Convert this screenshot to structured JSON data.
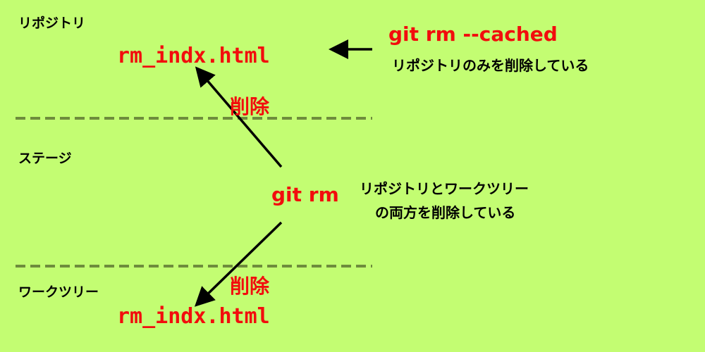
{
  "zones": {
    "repository": "リポジトリ",
    "stage": "ステージ",
    "worktree": "ワークツリー"
  },
  "files": {
    "repo_file": "rm_indx.html",
    "worktree_file": "rm_indx.html"
  },
  "commands": {
    "cached": {
      "command": "git rm --cached",
      "description": "リポジトリのみを削除している"
    },
    "rm": {
      "command": "git rm",
      "description_line1": "リポジトリとワークツリー",
      "description_line2": "の両方を削除している"
    }
  },
  "delete_labels": {
    "upper": "削除",
    "lower": "削除"
  },
  "colors": {
    "background": "#c3fd72",
    "accent": "#f20d0d",
    "divider": "#6e8c3c"
  }
}
